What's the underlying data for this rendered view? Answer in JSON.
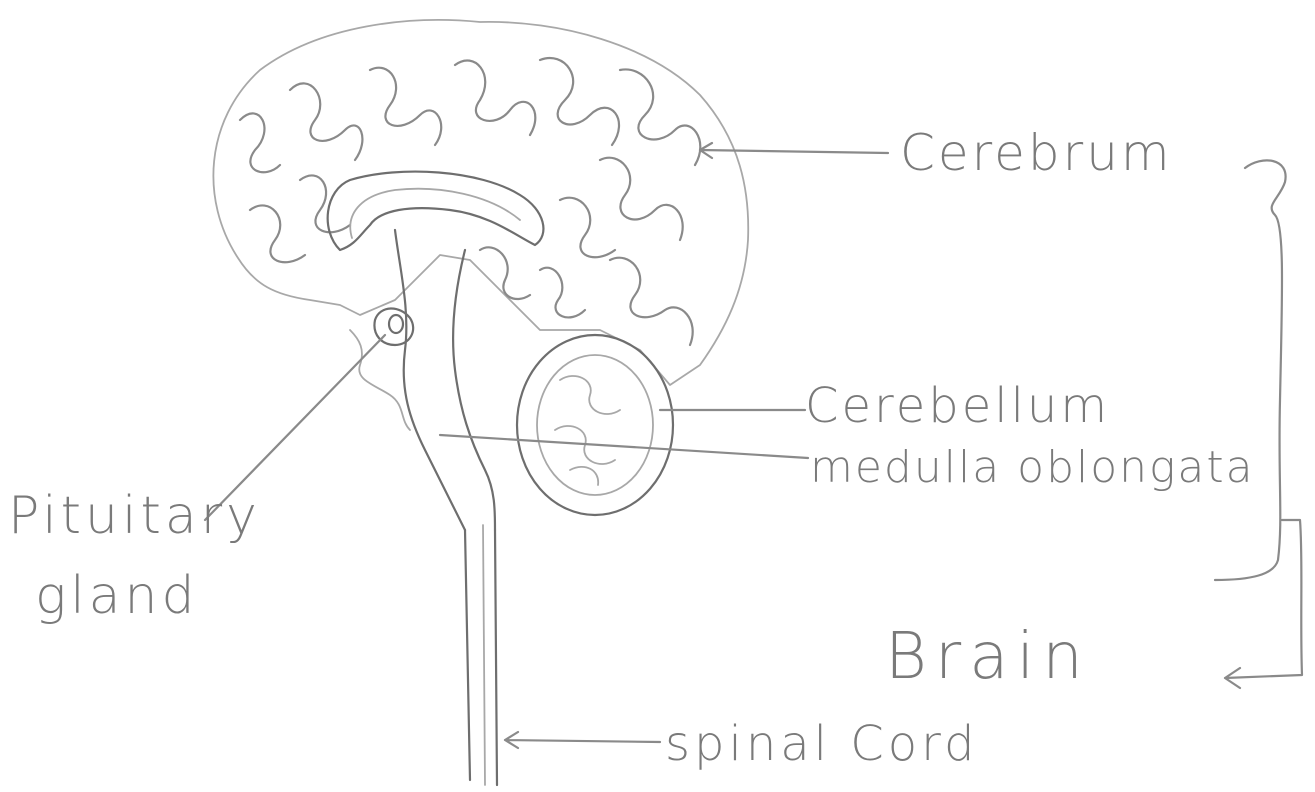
{
  "labels": {
    "cerebrum": "Cerebrum",
    "cerebellum": "Cerebellum",
    "medulla": "medulla oblongata",
    "pituitary_line1": "Pituitary",
    "pituitary_line2": "gland",
    "brain": "Brain",
    "spinal_cord": "spinal Cord"
  },
  "colors": {
    "paper": "#ffffff",
    "pencil": "#8a8a8a"
  }
}
